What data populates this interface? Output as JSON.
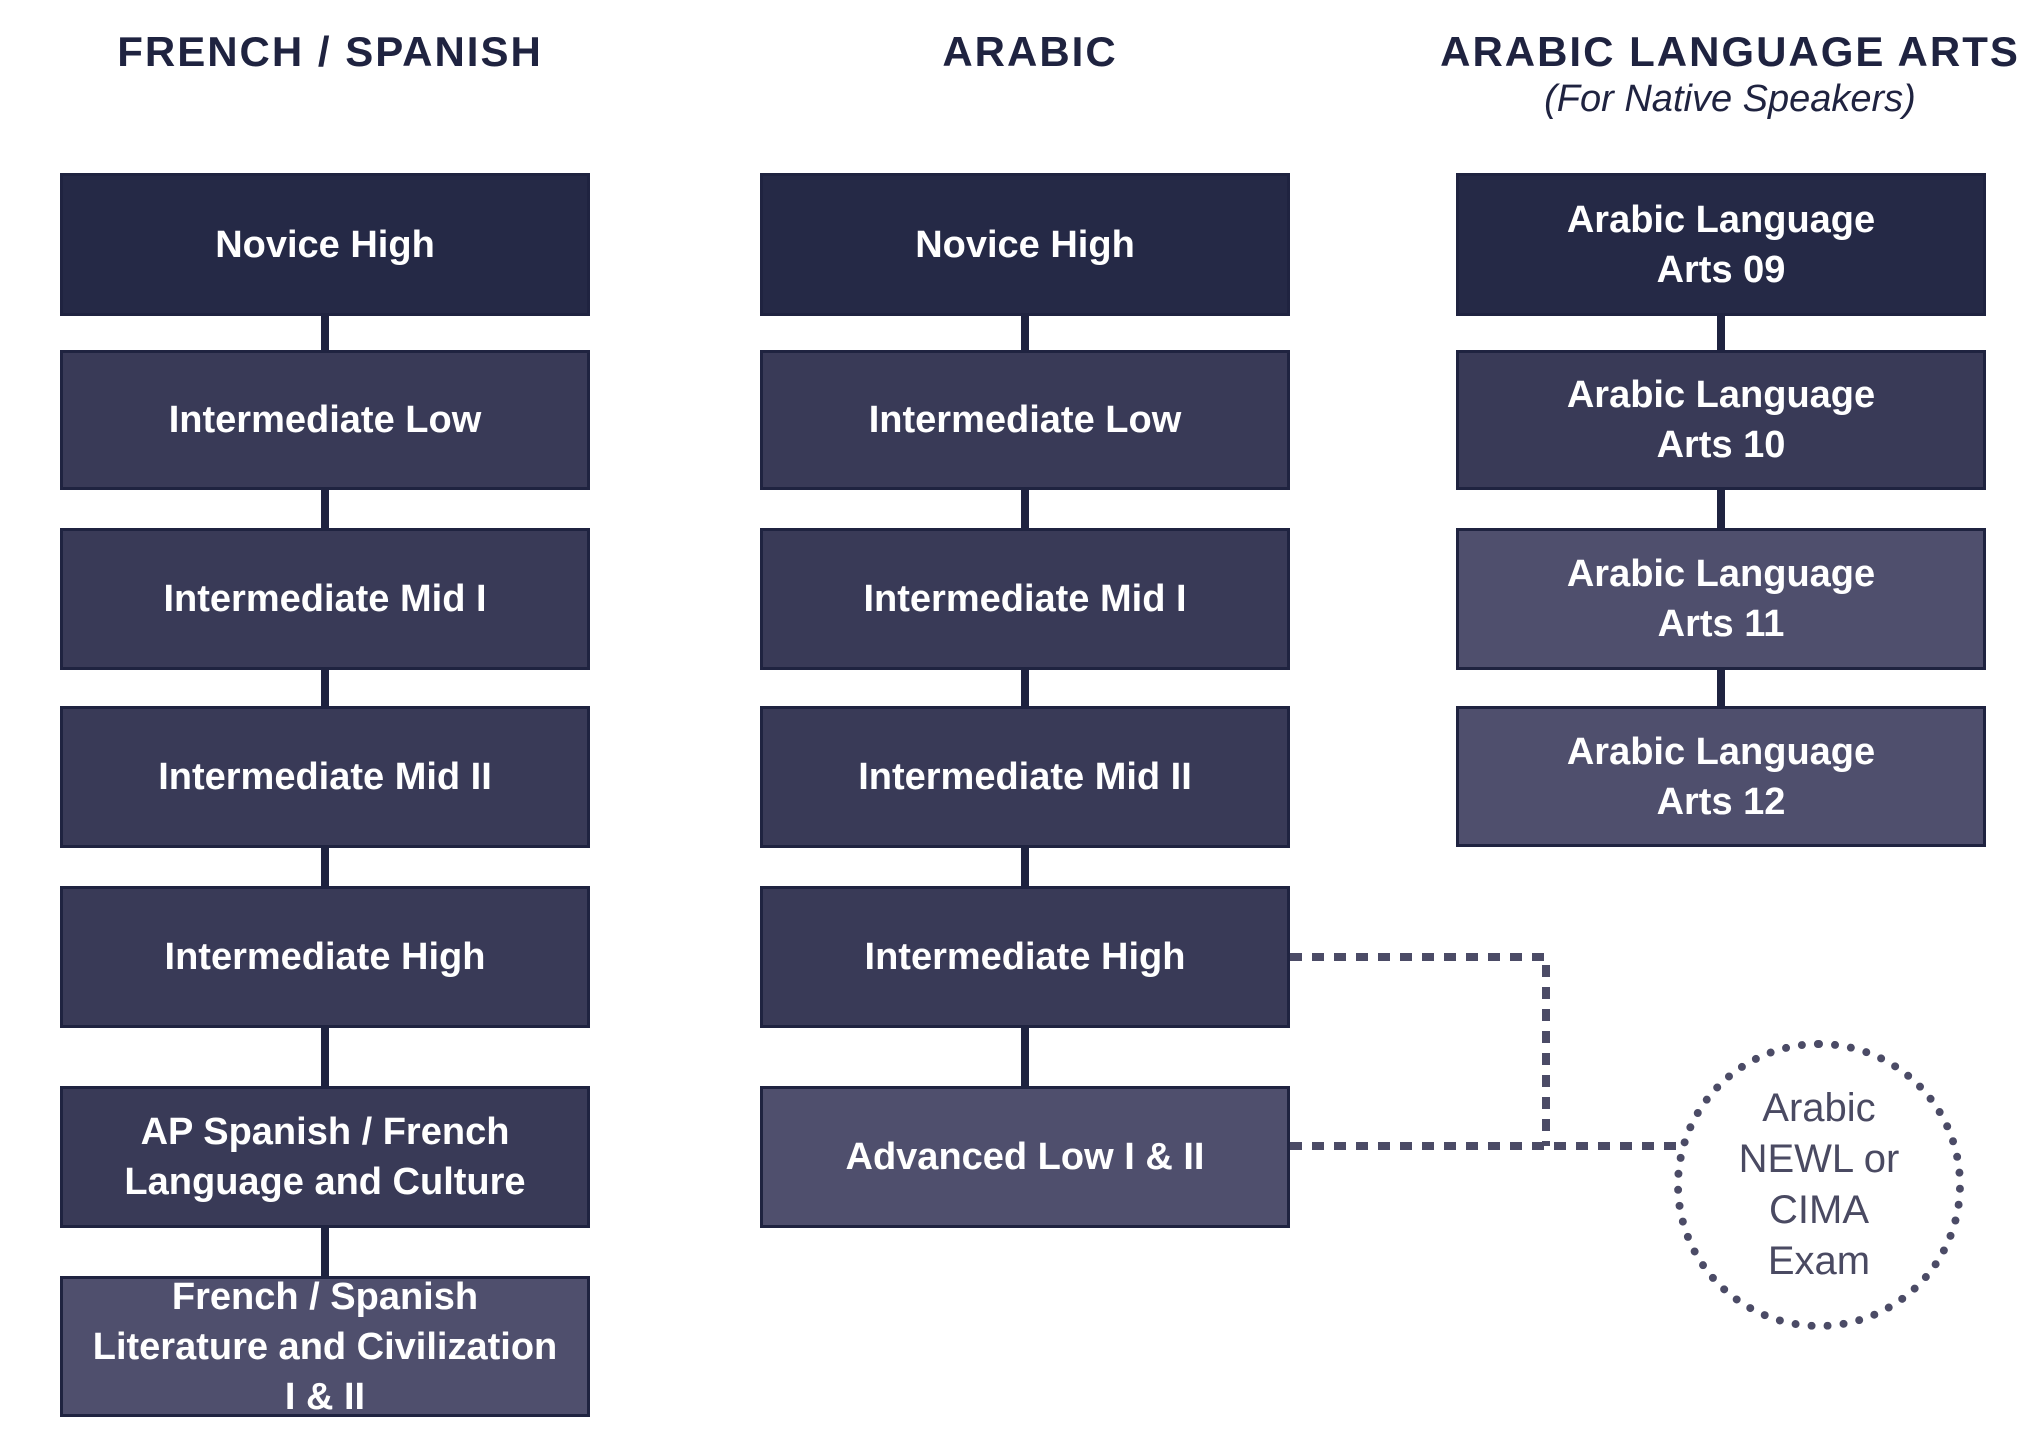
{
  "columns": [
    {
      "title": "FRENCH / SPANISH",
      "subtitle": "",
      "boxes": [
        {
          "label": "Novice High",
          "shade": "dark"
        },
        {
          "label": "Intermediate Low",
          "shade": "mid"
        },
        {
          "label": "Intermediate Mid I",
          "shade": "mid"
        },
        {
          "label": "Intermediate Mid II",
          "shade": "mid"
        },
        {
          "label": "Intermediate High",
          "shade": "mid"
        },
        {
          "label": "AP Spanish / French Language and Culture",
          "shade": "mid"
        },
        {
          "label": "French / Spanish Literature and Civilization I & II",
          "shade": "light"
        }
      ]
    },
    {
      "title": "ARABIC",
      "subtitle": "",
      "boxes": [
        {
          "label": "Novice High",
          "shade": "dark"
        },
        {
          "label": "Intermediate Low",
          "shade": "mid"
        },
        {
          "label": "Intermediate Mid I",
          "shade": "mid"
        },
        {
          "label": "Intermediate Mid II",
          "shade": "mid"
        },
        {
          "label": "Intermediate High",
          "shade": "mid"
        },
        {
          "label": "Advanced Low I & II",
          "shade": "light"
        }
      ]
    },
    {
      "title": "ARABIC LANGUAGE ARTS",
      "subtitle": "(For Native Speakers)",
      "boxes": [
        {
          "label": "Arabic Language Arts 09",
          "shade": "dark"
        },
        {
          "label": "Arabic Language Arts 10",
          "shade": "mid"
        },
        {
          "label": "Arabic Language Arts 11",
          "shade": "light"
        },
        {
          "label": "Arabic Language Arts 12",
          "shade": "light"
        }
      ]
    }
  ],
  "exam": {
    "label": "Arabic NEWL or CIMA Exam"
  },
  "colors": {
    "title_text": "#1f2340",
    "box_dark": "#252946",
    "box_mid": "#393a57",
    "box_light": "#4f4f6d",
    "connector": "#1f2340",
    "exam_dotted": "#4b4b66"
  }
}
